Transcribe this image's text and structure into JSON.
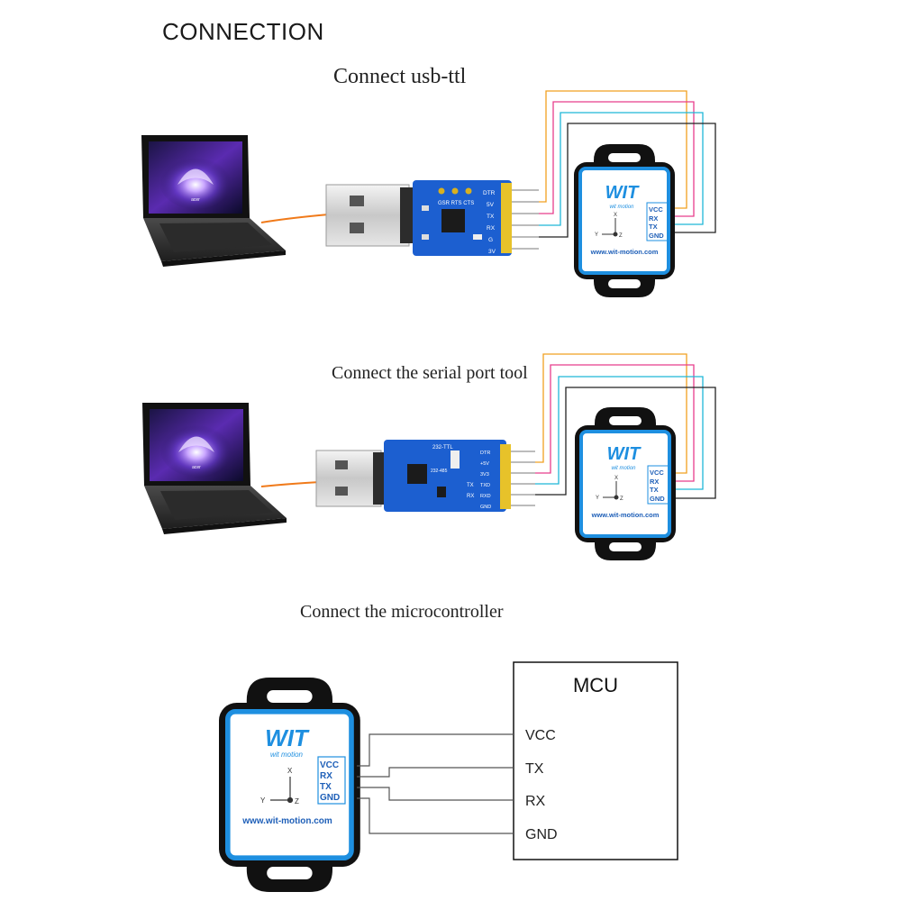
{
  "title": "CONNECTION",
  "sections": [
    {
      "caption": "Connect usb-ttl"
    },
    {
      "caption": "Connect the serial port tool"
    },
    {
      "caption": "Connect the microcontroller"
    }
  ],
  "sensor": {
    "brand": "WIT",
    "brand_sub": "wit motion",
    "url": "www.wit-motion.com",
    "pins": [
      "VCC",
      "RX",
      "TX",
      "GND"
    ],
    "axis_x": "X",
    "axis_y": "Y",
    "axis_z": "Z"
  },
  "adapter1": {
    "top_label": "GSR RTS CTS",
    "pins": [
      "DTR",
      "5V",
      "TX",
      "RX",
      "G",
      "3V"
    ]
  },
  "adapter2": {
    "top_label": "232-TTL",
    "sub_label": "232-485",
    "pins": [
      "DTR",
      "+5V",
      "3V3",
      "TXD",
      "RXD",
      "GND"
    ],
    "side_labels": [
      "TX",
      "RX"
    ]
  },
  "laptop": {
    "logo": "acer"
  },
  "mcu": {
    "label": "MCU",
    "pins": [
      "VCC",
      "TX",
      "RX",
      "GND"
    ]
  },
  "colors": {
    "wire_orange": "#f0a020",
    "wire_pink": "#e83d8c",
    "wire_cyan": "#1fb6d8",
    "wire_black": "#222222",
    "cable": "#f07a1a",
    "sensor_blue": "#1e8fe0",
    "pcb_blue": "#1c5fd0",
    "pin_gold": "#e7c22a"
  }
}
